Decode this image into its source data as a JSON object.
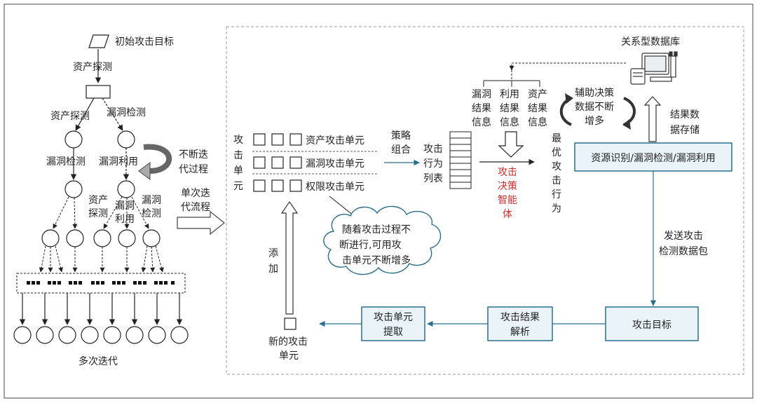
{
  "colors": {
    "accent": "#2a6e8f",
    "red_text": "#d42a2a",
    "box_fill": "#eaf3f8",
    "box_border": "#2a6e8f"
  },
  "left": {
    "initial_target": "初始攻击目标",
    "asset_probe_1": "资产探测",
    "asset_probe_2": "资产探测",
    "vuln_detect_1": "漏洞检测",
    "vuln_detect_2": "漏洞检测",
    "vuln_exploit": "漏洞利用",
    "asset_probe_3": "资产探测",
    "vuln_exploit_2": "漏洞利用",
    "vuln_detect_3": "漏洞检测",
    "continuous_iter": "不断迭代过程",
    "single_iter": "单次迭代流程",
    "multi_iter": "多次迭代"
  },
  "units": {
    "attack_unit_label": "攻击单元",
    "asset_unit": "资产攻击单元",
    "vuln_unit": "漏洞攻击单元",
    "priv_unit": "权限攻击单元",
    "strategy_combo": "策略组合",
    "action_list": "攻击行为列表"
  },
  "results": {
    "vuln_result": "漏洞结果信息",
    "exploit_result": "利用结果信息",
    "asset_result": "资产结果信息",
    "agent": "攻击决策智能体",
    "optimal": "最优攻击行为"
  },
  "db": {
    "title": "关系型数据库",
    "assist": "辅助决策数据不断增多",
    "store": "结果数据存储",
    "resource_box": "资源识别/漏洞检测/漏洞利用",
    "send_packet": "发送攻击检测数据包"
  },
  "bottom": {
    "attack_target": "攻击目标",
    "result_parse": "攻击结果解析",
    "unit_extract": "攻击单元提取",
    "new_unit": "新的攻击单元",
    "add": "添加",
    "cloud": "随着攻击过程不断进行,可用攻击单元不断增多"
  }
}
